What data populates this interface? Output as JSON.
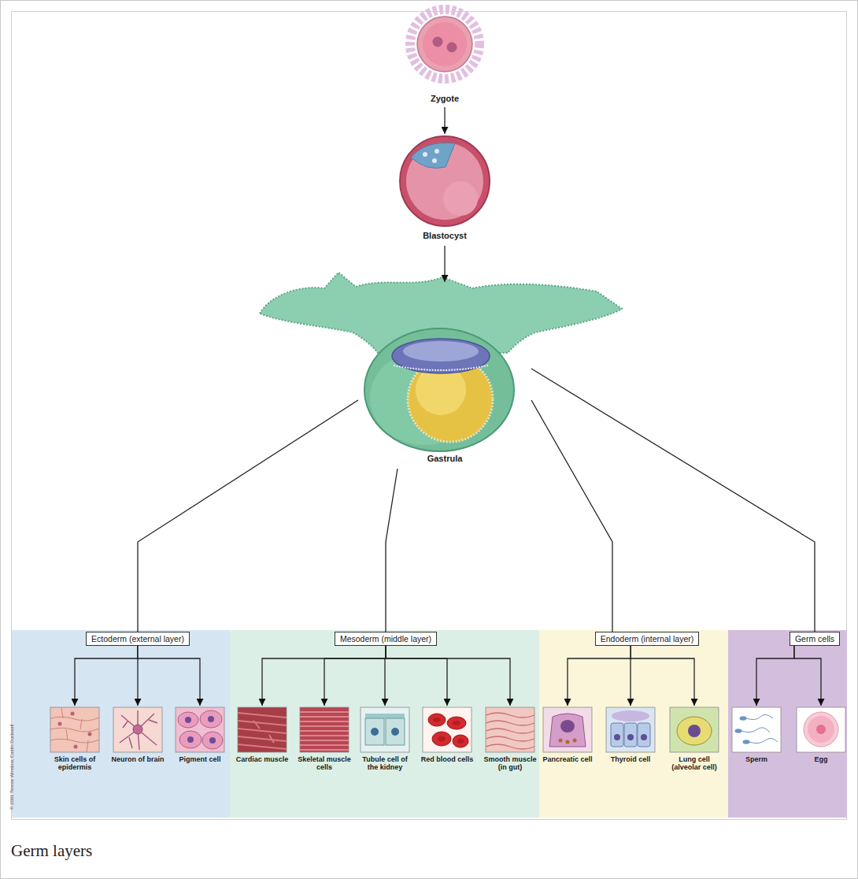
{
  "diagram": {
    "caption": "Germ layers",
    "nodes": [
      {
        "text": [
          "Zygote"
        ]
      },
      {
        "text": [
          "Blastocyst"
        ]
      },
      {
        "text": [
          "Gastrula"
        ]
      },
      {
        "text": [
          "Ectoderm (external layer)"
        ]
      },
      {
        "text": [
          "Mesoderm (middle layer)"
        ]
      },
      {
        "text": [
          "Endoderm (internal layer)"
        ]
      },
      {
        "text": [
          "Germ cells"
        ]
      },
      {
        "text": [
          "Skin cells of epidermis"
        ]
      },
      {
        "text": [
          "Neuron of brain"
        ]
      },
      {
        "text": [
          "Pigment cell"
        ]
      },
      {
        "text": [
          "Cardiac muscle"
        ]
      },
      {
        "text": [
          "Skeletal muscle cells"
        ]
      },
      {
        "text": [
          "Tubule cell of the kidney"
        ]
      },
      {
        "text": [
          "Red blood cells"
        ]
      },
      {
        "text": [
          "Smooth muscle (in gut)"
        ]
      },
      {
        "text": [
          "Pancreatic cell"
        ]
      },
      {
        "text": [
          "Thyroid cell"
        ]
      },
      {
        "text": [
          "Lung cell (alveolar cell)"
        ]
      },
      {
        "text": [
          "Sperm"
        ]
      },
      {
        "text": [
          "Egg"
        ]
      }
    ],
    "edges": [
      {
        "from": 0,
        "to": 1,
        "arrow": "to"
      },
      {
        "from": 1,
        "to": 2,
        "arrow": "to"
      },
      {
        "from": 2,
        "to": 3,
        "arrow": "none"
      },
      {
        "from": 2,
        "to": 4,
        "arrow": "none"
      },
      {
        "from": 2,
        "to": 5,
        "arrow": "none"
      },
      {
        "from": 2,
        "to": 6,
        "arrow": "none"
      },
      {
        "from": 3,
        "to": 7,
        "arrow": "to"
      },
      {
        "from": 3,
        "to": 8,
        "arrow": "to"
      },
      {
        "from": 3,
        "to": 9,
        "arrow": "to"
      },
      {
        "from": 4,
        "to": 10,
        "arrow": "to"
      },
      {
        "from": 4,
        "to": 11,
        "arrow": "to"
      },
      {
        "from": 4,
        "to": 12,
        "arrow": "to"
      },
      {
        "from": 4,
        "to": 13,
        "arrow": "to"
      },
      {
        "from": 4,
        "to": 14,
        "arrow": "to"
      },
      {
        "from": 5,
        "to": 15,
        "arrow": "to"
      },
      {
        "from": 5,
        "to": 16,
        "arrow": "to"
      },
      {
        "from": 5,
        "to": 17,
        "arrow": "to"
      },
      {
        "from": 6,
        "to": 18,
        "arrow": "to"
      },
      {
        "from": 6,
        "to": 19,
        "arrow": "to"
      }
    ],
    "labels": [
      "© 2001 Terese Winslow, Caitlin Duckwall"
    ]
  }
}
